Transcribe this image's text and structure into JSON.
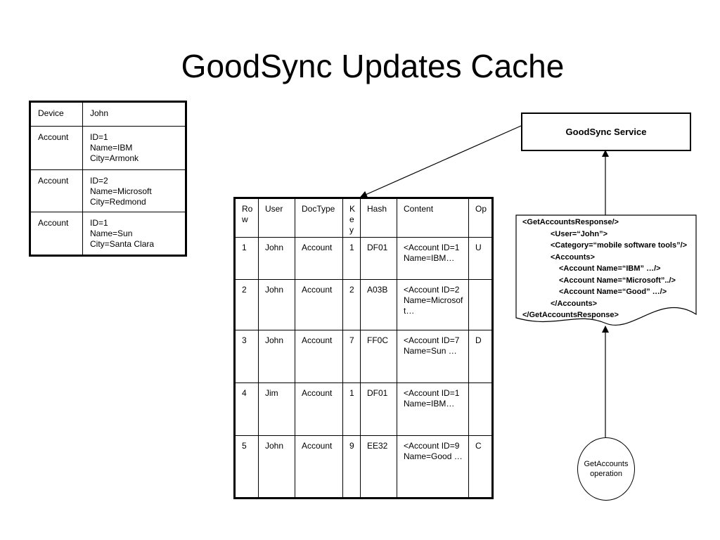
{
  "slide": {
    "title": "GoodSync Updates Cache"
  },
  "device_table": {
    "rows": [
      {
        "label": "Device",
        "value": "John"
      },
      {
        "label": "Account",
        "value": "ID=1\nName=IBM\nCity=Armonk"
      },
      {
        "label": "Account",
        "value": "ID=2\nName=Microsoft\nCity=Redmond"
      },
      {
        "label": "Account",
        "value": "ID=1\nName=Sun\nCity=Santa Clara"
      }
    ]
  },
  "cache_table": {
    "headers": [
      "Row",
      "User",
      "DocType",
      "Key",
      "Hash",
      "Content",
      "Op"
    ],
    "rows": [
      [
        "1",
        "John",
        "Account",
        "1",
        "DF01",
        "<Account ID=1 Name=IBM…",
        "U"
      ],
      [
        "2",
        "John",
        "Account",
        "2",
        "A03B",
        "<Account ID=2 Name=Microsoft…",
        ""
      ],
      [
        "3",
        "John",
        "Account",
        "7",
        "FF0C",
        "<Account ID=7 Name=Sun …",
        "D"
      ],
      [
        "4",
        "Jim",
        "Account",
        "1",
        "DF01",
        "<Account ID=1 Name=IBM…",
        ""
      ],
      [
        "5",
        "John",
        "Account",
        "9",
        "EE32",
        "<Account ID=9 Name=Good …",
        "C"
      ]
    ]
  },
  "service": {
    "label": "GoodSync Service"
  },
  "response_doc": {
    "lines": [
      "<GetAccountsResponse/>",
      "<User=“John”>",
      "<Category=“mobile software tools”/>",
      "<Accounts>",
      "<Account Name=“IBM” …/>",
      "<Account Name=“Microsoft”../>",
      "<Account Name=“Good” …/>",
      "</Accounts>",
      "</GetAccountsResponse>"
    ]
  },
  "operation": {
    "label": "GetAccounts operation"
  }
}
